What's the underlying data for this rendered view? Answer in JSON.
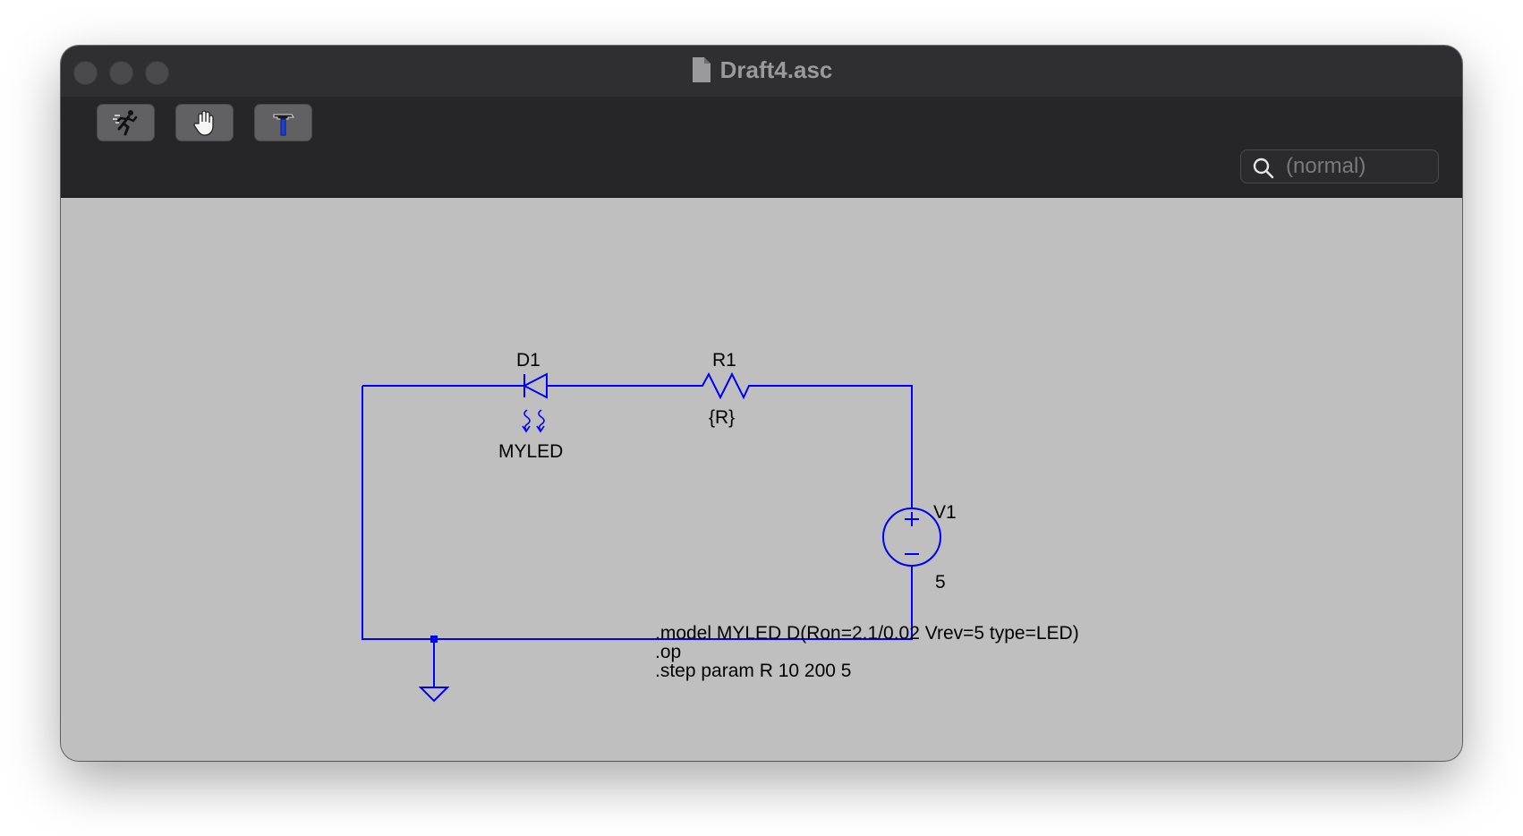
{
  "window": {
    "title": "Draft4.asc"
  },
  "toolbar": {
    "buttons": [
      {
        "icon": "run-icon"
      },
      {
        "icon": "hand-icon"
      },
      {
        "icon": "hammer-icon"
      }
    ],
    "search_placeholder": "(normal)"
  },
  "schematic": {
    "wire_color": "#0000ff",
    "labels": {
      "d1_name": "D1",
      "d1_model": "MYLED",
      "r1_name": "R1",
      "r1_value": "{R}",
      "v1_name": "V1",
      "v1_value": "5"
    },
    "directives": [
      ".model MYLED D(Ron=2.1/0.02 Vrev=5 type=LED)",
      ".op",
      ".step param R 10 200 5"
    ]
  }
}
